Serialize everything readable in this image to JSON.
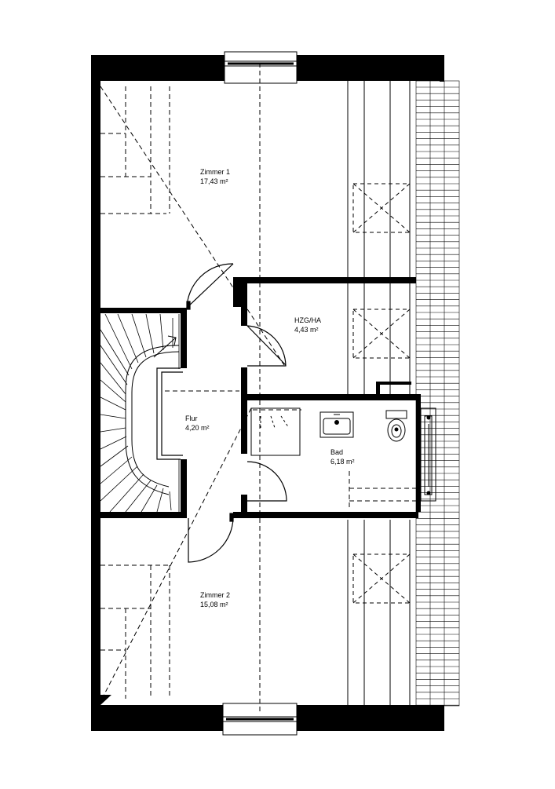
{
  "rooms": [
    {
      "id": "zimmer1",
      "name": "Zimmer 1",
      "area_value": "17,43",
      "area_unit": "m²"
    },
    {
      "id": "hzg",
      "name": "HZG/HA",
      "area_value": "4,43",
      "area_unit": "m²"
    },
    {
      "id": "flur",
      "name": "Flur",
      "area_value": "4,20",
      "area_unit": "m²"
    },
    {
      "id": "bad",
      "name": "Bad",
      "area_value": "6,18",
      "area_unit": "m²"
    },
    {
      "id": "zimmer2",
      "name": "Zimmer 2",
      "area_value": "15,08",
      "area_unit": "m²"
    }
  ],
  "colors": {
    "wall": "#000000",
    "line": "#000000",
    "background": "#ffffff"
  }
}
